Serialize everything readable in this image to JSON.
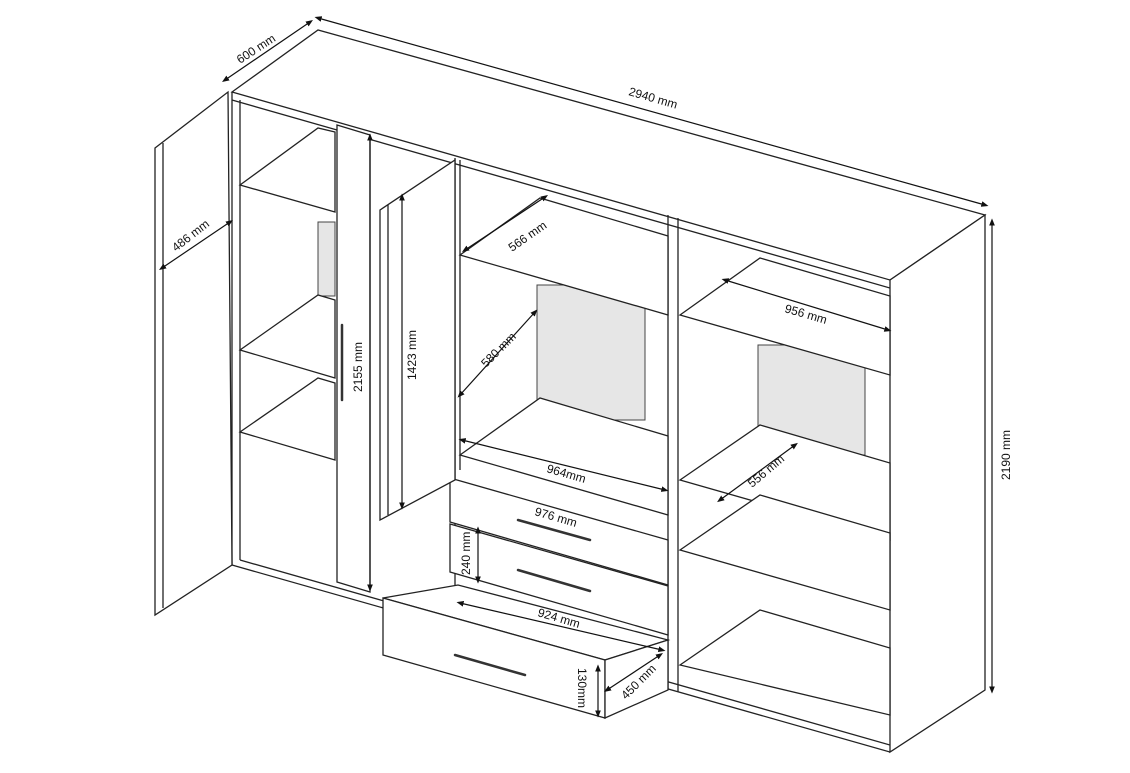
{
  "dimensions": {
    "depth": "600 mm",
    "total_width": "2940 mm",
    "door_width": "486 mm",
    "door_height": "2155 mm",
    "hanging_height": "1423 mm",
    "shelf_depth_middle": "566 mm",
    "inner_depth": "580 mm",
    "middle_inner_width": "964mm",
    "drawer_width": "976 mm",
    "drawer_height": "240 mm",
    "drawer_inner_width": "924 mm",
    "drawer_side_height": "130mm",
    "drawer_depth": "450 mm",
    "right_inner_width": "956 mm",
    "right_shelf_depth": "556 mm",
    "total_height": "2190 mm"
  }
}
